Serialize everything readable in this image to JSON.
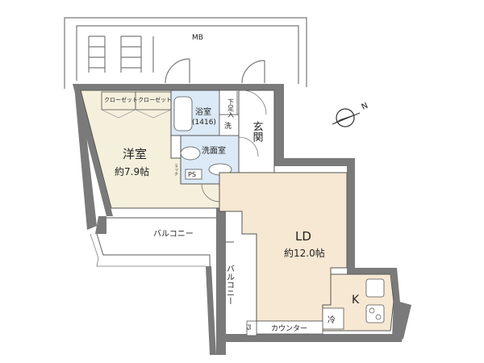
{
  "rooms": {
    "western": {
      "name": "洋室",
      "area": "約7.9帖"
    },
    "ld": {
      "name": "LD",
      "area": "約12.0帖"
    },
    "bath": {
      "name": "浴室",
      "size": "(1416)"
    },
    "washroom": {
      "name": "洗面室"
    },
    "entrance": {
      "name": "玄関"
    },
    "kitchen": {
      "name": "K"
    }
  },
  "labels": {
    "closet_1": "クローゼット",
    "closet_2": "クローゼット",
    "mb": "MB",
    "shoe_box": "下足入",
    "washer": "洗",
    "ps_1": "PS",
    "ps_2": "PS",
    "balcony_1": "バルコニー",
    "balcony_2": "バルコニー",
    "counter": "カウンター",
    "fridge": "冷",
    "shelf": "ラック"
  },
  "compass": {
    "north": "N"
  },
  "colors": {
    "wall": "#7a7a7a",
    "wall_dark": "#555555",
    "floor_western": "#f4f0dc",
    "floor_ld": "#f7e8d3",
    "floor_wet": "#dce9f6",
    "floor_white": "#ffffff",
    "balcony": "#ffffff"
  }
}
